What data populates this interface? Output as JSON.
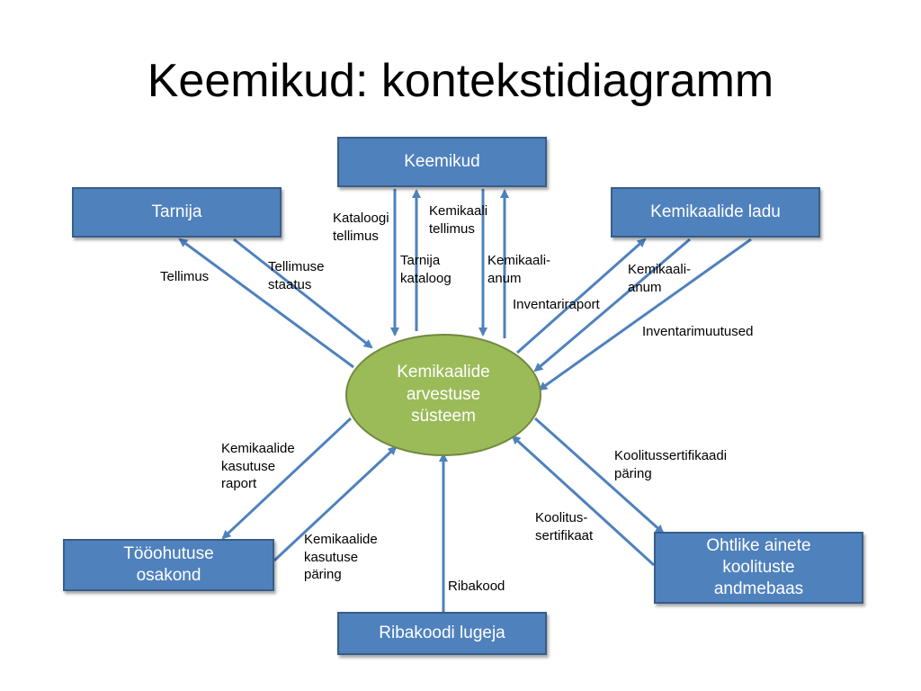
{
  "title": "Keemikud: kontekstidiagramm",
  "colors": {
    "entity_fill": "#4f81bd",
    "entity_border": "#385d8a",
    "process_fill": "#9bbb59",
    "arrow": "#4f81bd"
  },
  "process": {
    "label": "Kemikaalide\narvestuse\nsüsteem"
  },
  "entities": {
    "keemikud": "Keemikud",
    "tarnija": "Tarnija",
    "ladu": "Kemikaalide ladu",
    "toohutus": "Tööohutuse\nosakond",
    "ohtlike": "Ohtlike ainete\nkoolituste\nandmebaas",
    "ribakoodi": "Ribakoodi lugeja"
  },
  "flows": {
    "tellimus": "Tellimus",
    "tellimuse_staatus": "Tellimuse\nstaatus",
    "kataloogi_tellimus": "Kataloogi\ntellimus",
    "tarnija_kataloog": "Tarnija\nkataloog",
    "kemikaali_tellimus": "Kemikaali\ntellimus",
    "kemikaali_anum_1": "Kemikaali-\nanum",
    "inventariraport": "Inventariraport",
    "kemikaali_anum_2": "Kemikaali-\nanum",
    "inventarimuutused": "Inventarimuutused",
    "kasutuse_raport": "Kemikaalide\nkasutuse\nraport",
    "kasutuse_paring": "Kemikaalide\nkasutuse\npäring",
    "ribakood": "Ribakood",
    "koolitus_sertifikaat": "Koolitus-\nsertifikaat",
    "koolitussertifikaadi_paring": "Koolitussertifikaadi\npäring"
  }
}
